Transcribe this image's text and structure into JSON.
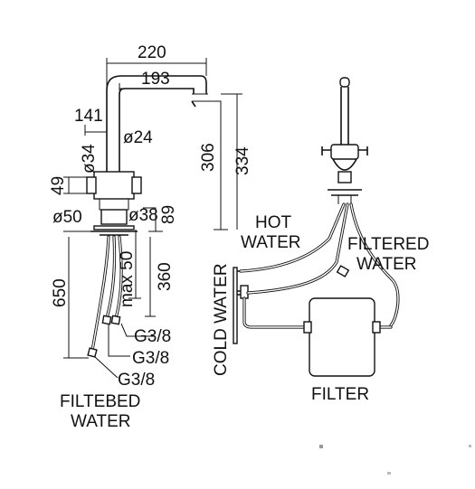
{
  "dimensions": {
    "d220": "220",
    "d193": "193",
    "d141": "141",
    "d24": "ø24",
    "d34": "ø34",
    "d306": "306",
    "d334": "334",
    "d49": "49",
    "d50": "ø50",
    "d38": "ø38",
    "d89": "89",
    "d650": "650",
    "max50": "max 50",
    "d360": "360",
    "g1": "G3/8",
    "g2": "G3/8",
    "g3": "G3/8"
  },
  "labels": {
    "hot_1": "HOT",
    "hot_2": "WATER",
    "filtered_1": "FILTERED",
    "filtered_2": "WATER",
    "cold": "COLD WATER",
    "filter": "FILTER",
    "filtebed_1": "FILTEBED",
    "filtebed_2": "WATER"
  }
}
